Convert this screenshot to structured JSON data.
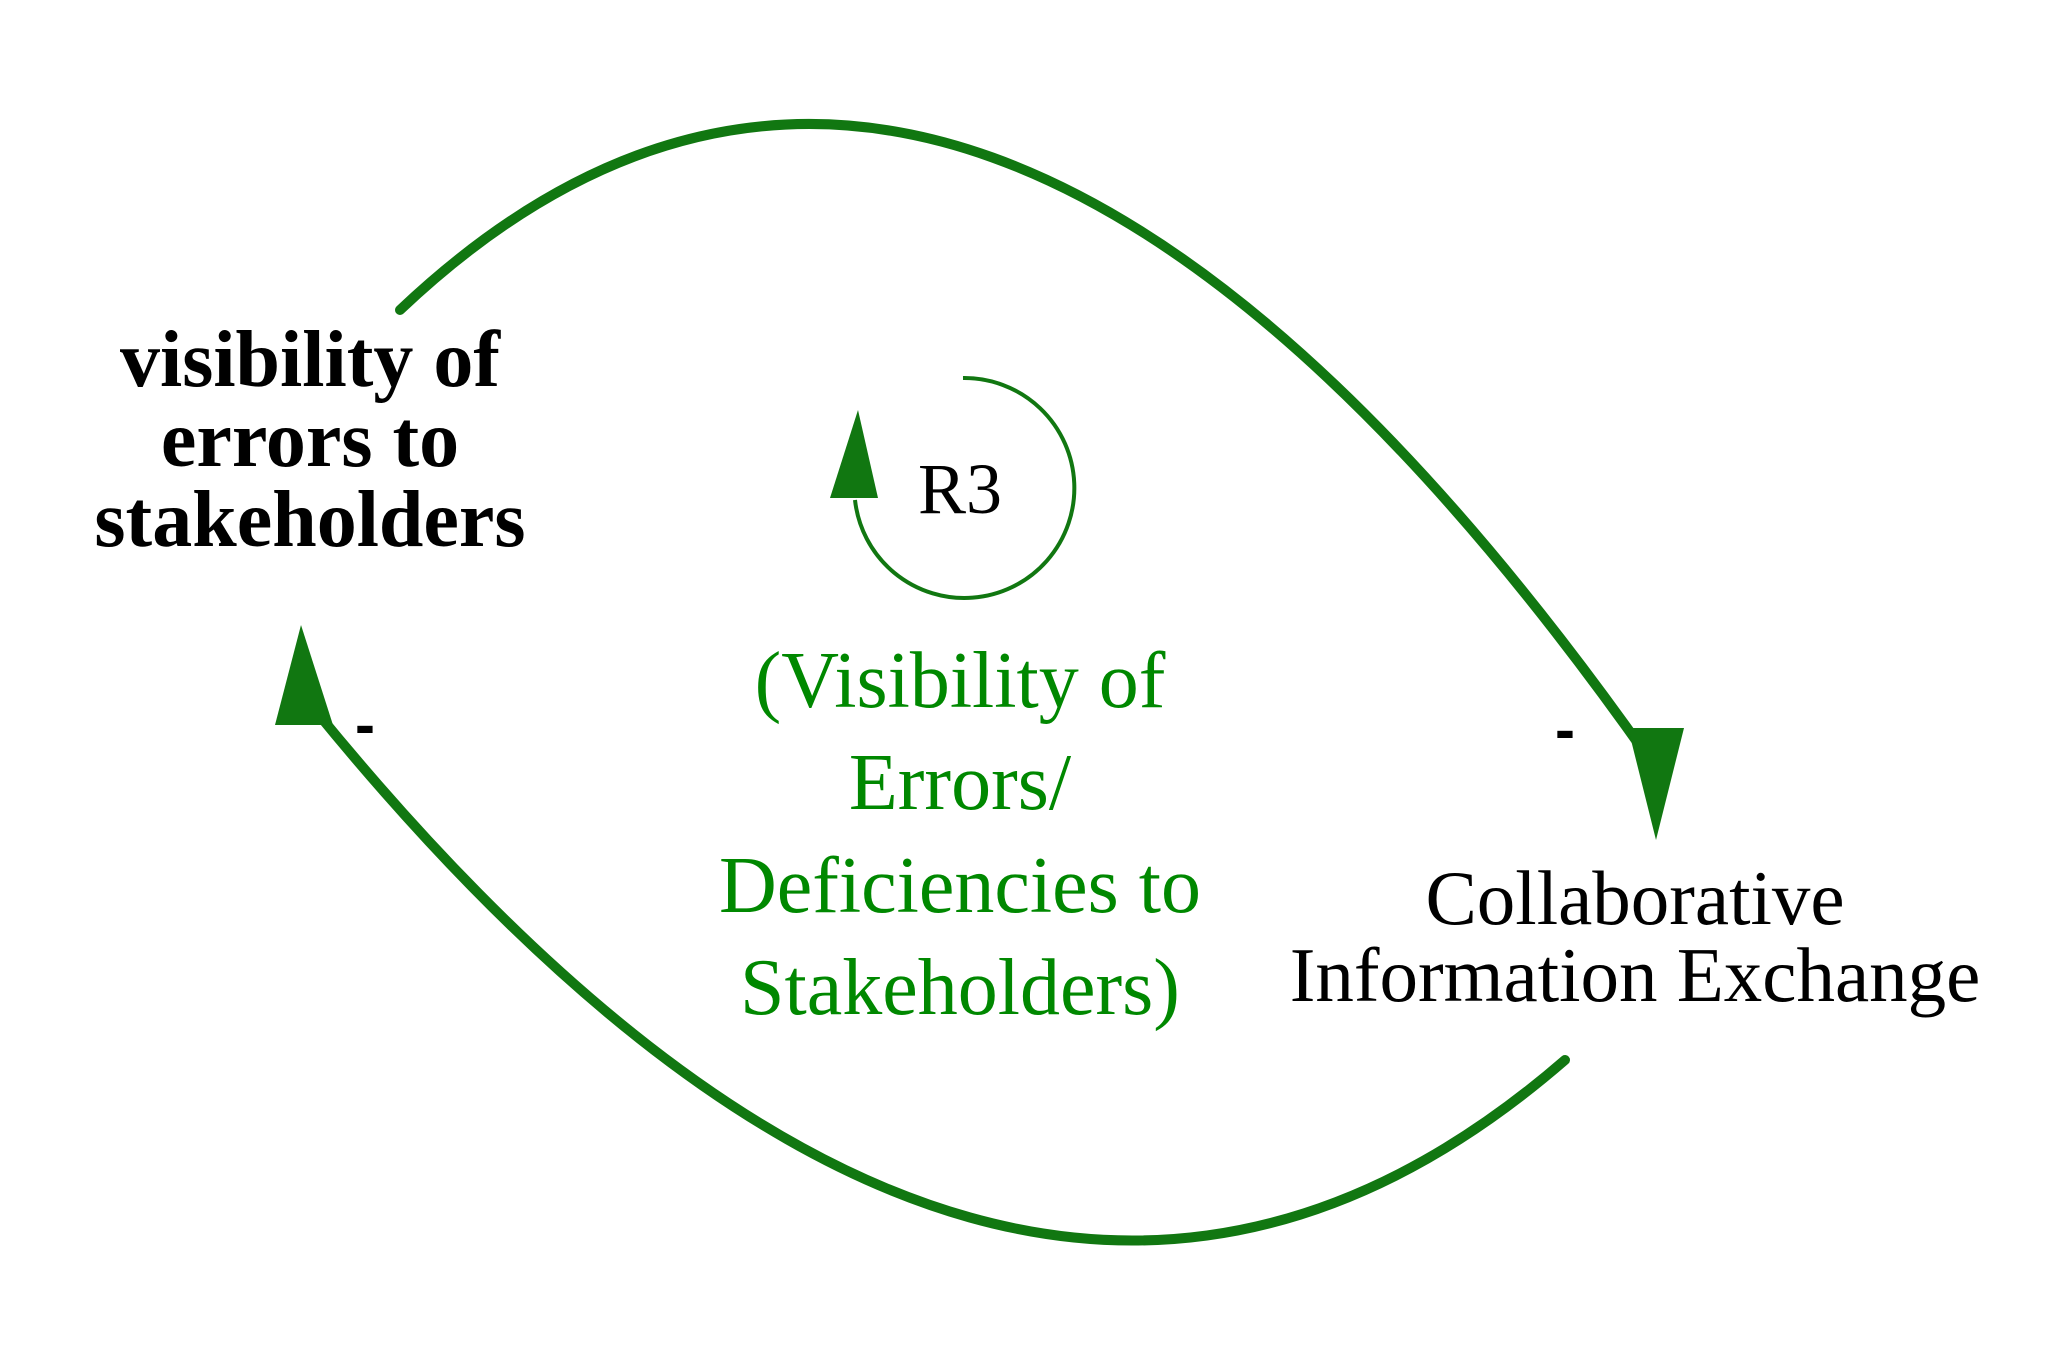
{
  "nodes": {
    "visibility": [
      "visibility of",
      "errors to",
      "stakeholders"
    ],
    "collaborative": [
      "Collaborative",
      "Information Exchange"
    ]
  },
  "loop": {
    "id": "R3",
    "name": [
      "(Visibility of",
      "Errors/",
      "Deficiencies to",
      "Stakeholders)"
    ]
  },
  "links": [
    {
      "from": "visibility of errors to stakeholders",
      "to": "Collaborative Information Exchange",
      "polarity": "-"
    },
    {
      "from": "Collaborative Information Exchange",
      "to": "visibility of errors to stakeholders",
      "polarity": "-"
    }
  ],
  "colors": {
    "arrow": "#117711",
    "loop_label": "#008800",
    "text": "#000000"
  }
}
